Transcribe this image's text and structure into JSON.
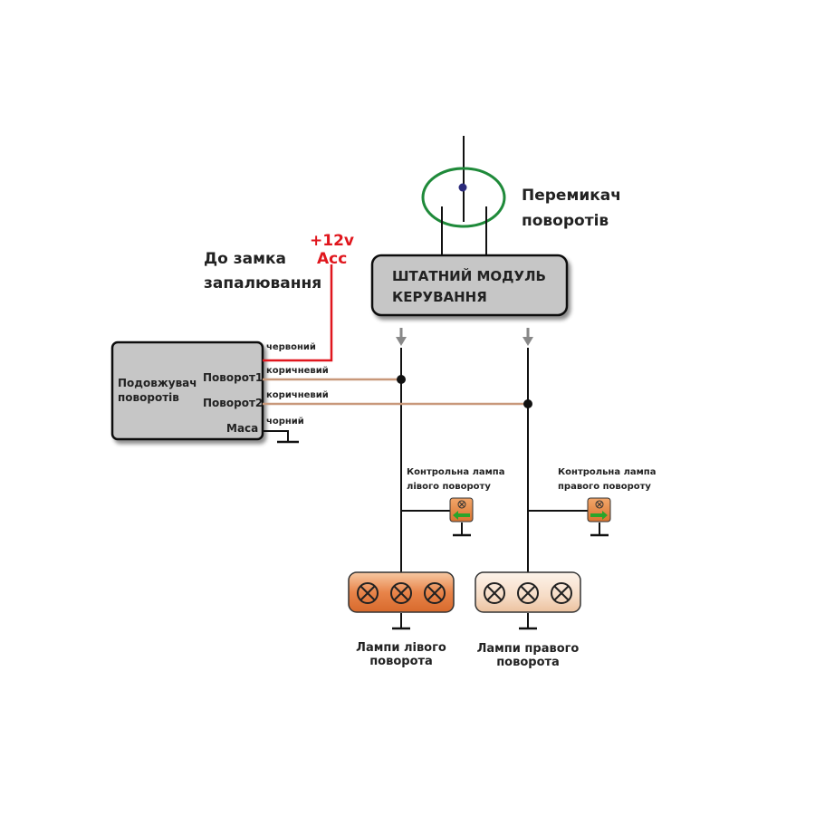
{
  "switch": {
    "label_line1": "Перемикач",
    "label_line2": "поворотів"
  },
  "module": {
    "label_line1": "ШТАТНИЙ МОДУЛЬ",
    "label_line2": "КЕРУВАННЯ"
  },
  "ignition": {
    "label_line1": "До замка",
    "label_line2": "запалювання"
  },
  "power": {
    "label_line1": "+12v",
    "label_line2": "Acc",
    "color": "#e0161d"
  },
  "extender": {
    "title_line1": "Подовжувач",
    "title_line2": "поворотів",
    "pins": [
      "Поворот1",
      "Поворот2",
      "Маса"
    ]
  },
  "wires": {
    "red": "червоний",
    "brown1": "коричневий",
    "brown2": "коричневий",
    "black": "чорний",
    "brown_color": "#c8987a"
  },
  "indicator_left": {
    "line1": "Контрольна лампа",
    "line2": "лівого повороту"
  },
  "indicator_right": {
    "line1": "Контрольна лампа",
    "line2": "правого повороту"
  },
  "lamps_left": {
    "line1": "Лампи лівого",
    "line2": "поворота"
  },
  "lamps_right": {
    "line1": "Лампи правого",
    "line2": "поворота"
  },
  "colors": {
    "switch_ring": "#1f8a3a",
    "lamp_orange": "#e8844a",
    "arrow_green": "#2aa52a"
  }
}
